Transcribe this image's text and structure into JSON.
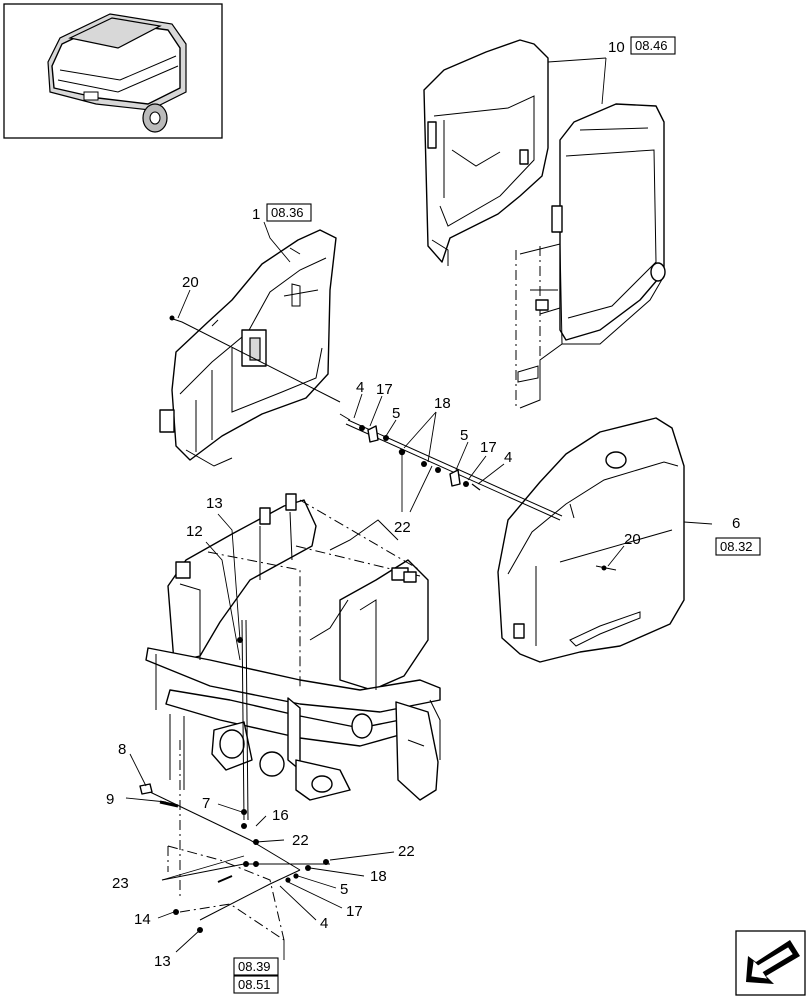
{
  "callouts": {
    "c1": "1",
    "c4a": "4",
    "c17a": "17",
    "c5a": "5",
    "c18a": "18",
    "c22a": "22",
    "c5b": "5",
    "c17b": "17",
    "c4b": "4",
    "c6": "6",
    "c20a": "20",
    "c20b": "20",
    "c10": "10",
    "c13a": "13",
    "c12": "12",
    "c8": "8",
    "c9": "9",
    "c7": "7",
    "c16": "16",
    "c22b": "22",
    "c22c": "22",
    "c23": "23",
    "c18b": "18",
    "c5c": "5",
    "c17c": "17",
    "c4c": "4",
    "c14": "14",
    "c13b": "13"
  },
  "refs": {
    "r1": "08.36",
    "r10": "08.46",
    "r6": "08.32",
    "r39": "08.39",
    "r51": "08.51"
  },
  "icons": {
    "thumbnail": "baler-overview-thumbnail",
    "navigation": "next-page-arrow-icon"
  },
  "colors": {
    "line": "#000000",
    "shade": "#d8d8d8",
    "background": "#ffffff"
  }
}
